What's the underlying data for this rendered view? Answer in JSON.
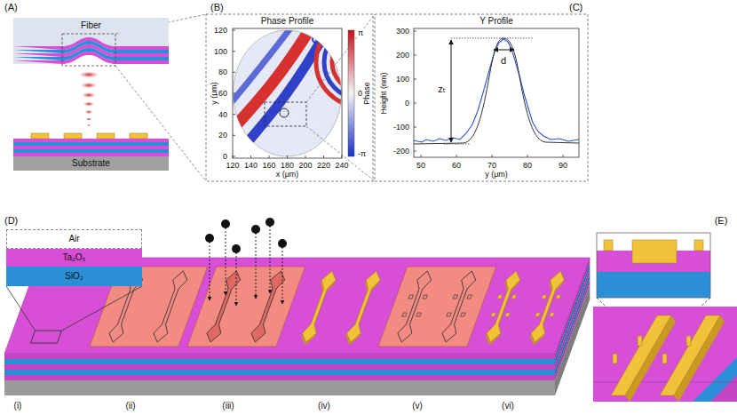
{
  "diagram": {
    "nodes": [
      {
        "text": [
          "Fiber"
        ]
      },
      {
        "text": [
          "Substrate"
        ]
      },
      {
        "text": [
          "Air"
        ]
      },
      {
        "text": [
          "Ta₂O₅"
        ]
      },
      {
        "text": [
          "SiO₂"
        ]
      }
    ],
    "labels": [
      "(A)",
      "(B)",
      "Phase Profile",
      "y (μm)",
      "x (μm)",
      "0",
      "20",
      "40",
      "60",
      "80",
      "100",
      "120",
      "120",
      "140",
      "160",
      "180",
      "200",
      "220",
      "240",
      "π",
      "0",
      "-π",
      "Phase",
      "(C)",
      "Y Profile",
      "Height (nm)",
      "y (μm)",
      "-200",
      "-100",
      "0",
      "100",
      "200",
      "300",
      "50",
      "60",
      "70",
      "80",
      "90",
      "zₜ",
      "d",
      "(D)",
      "(i)",
      "(ii)",
      "(iii)",
      "(iv)",
      "(v)",
      "(vi)",
      "(E)"
    ]
  }
}
